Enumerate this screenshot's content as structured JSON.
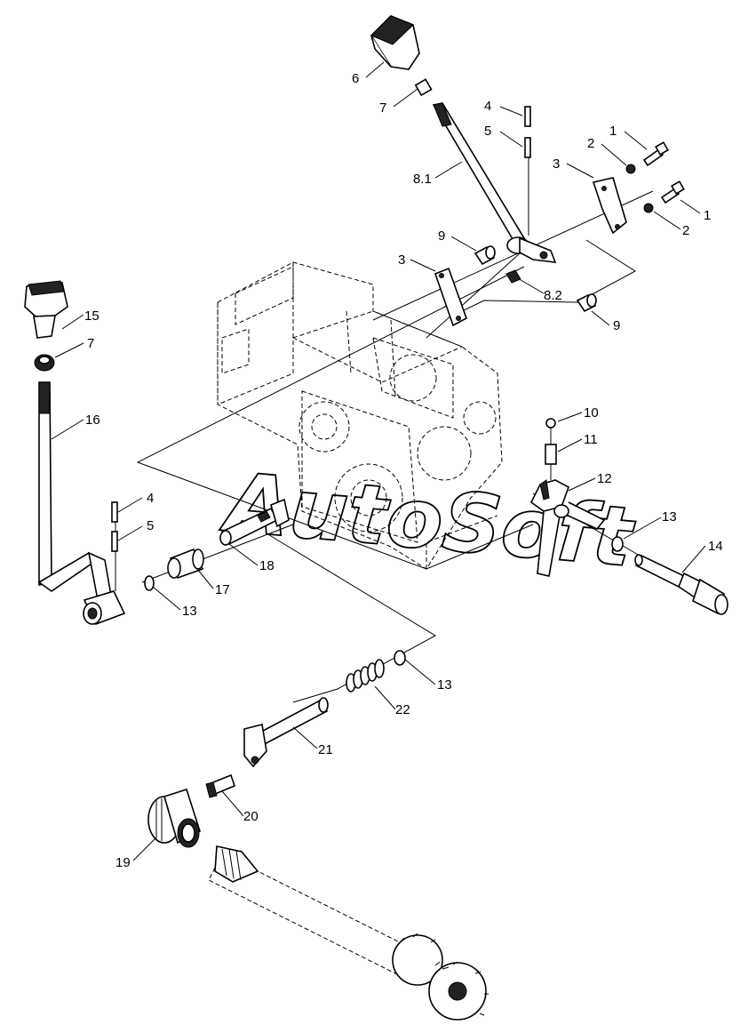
{
  "watermark": "AutoSoft",
  "callouts": [
    {
      "id": "c6",
      "label": "6"
    },
    {
      "id": "c7a",
      "label": "7"
    },
    {
      "id": "c81",
      "label": "8.1"
    },
    {
      "id": "c4a",
      "label": "4"
    },
    {
      "id": "c5a",
      "label": "5"
    },
    {
      "id": "c1a",
      "label": "1"
    },
    {
      "id": "c2a",
      "label": "2"
    },
    {
      "id": "c3a",
      "label": "3"
    },
    {
      "id": "c1b",
      "label": "1"
    },
    {
      "id": "c2b",
      "label": "2"
    },
    {
      "id": "c9a",
      "label": "9"
    },
    {
      "id": "c3b",
      "label": "3"
    },
    {
      "id": "c82",
      "label": "8.2"
    },
    {
      "id": "c9b",
      "label": "9"
    },
    {
      "id": "c15",
      "label": "15"
    },
    {
      "id": "c7b",
      "label": "7"
    },
    {
      "id": "c16",
      "label": "16"
    },
    {
      "id": "c10",
      "label": "10"
    },
    {
      "id": "c11",
      "label": "11"
    },
    {
      "id": "c12",
      "label": "12"
    },
    {
      "id": "c4b",
      "label": "4"
    },
    {
      "id": "c5b",
      "label": "5"
    },
    {
      "id": "c13a",
      "label": "13"
    },
    {
      "id": "c14",
      "label": "14"
    },
    {
      "id": "c18",
      "label": "18"
    },
    {
      "id": "c17",
      "label": "17"
    },
    {
      "id": "c13b",
      "label": "13"
    },
    {
      "id": "c13c",
      "label": "13"
    },
    {
      "id": "c22",
      "label": "22"
    },
    {
      "id": "c21",
      "label": "21"
    },
    {
      "id": "c20",
      "label": "20"
    },
    {
      "id": "c19",
      "label": "19"
    }
  ]
}
